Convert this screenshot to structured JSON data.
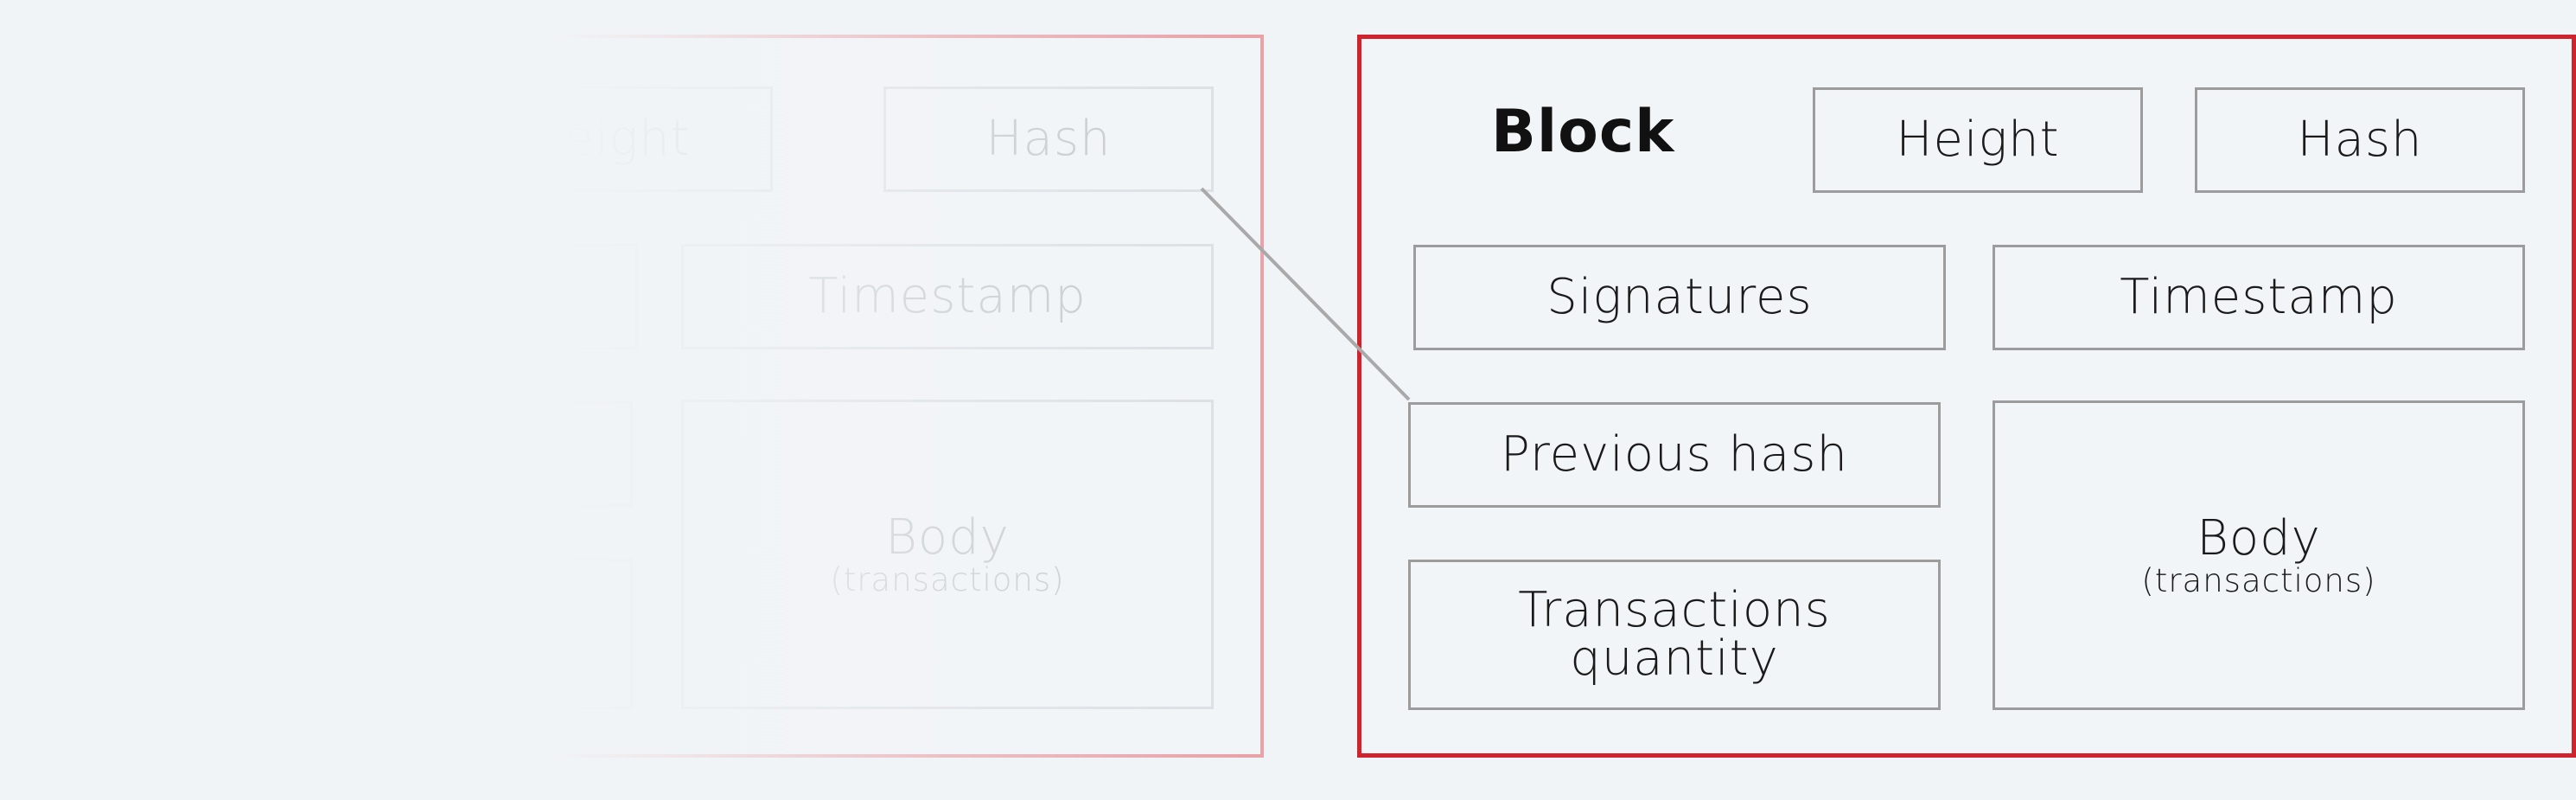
{
  "previous_block": {
    "fields": {
      "height": "Height",
      "hash": "Hash",
      "timestamp": "Timestamp",
      "body": "Body",
      "body_sub": "(transactions)"
    }
  },
  "current_block": {
    "title": "Block",
    "fields": {
      "height": "Height",
      "hash": "Hash",
      "signatures": "Signatures",
      "timestamp": "Timestamp",
      "previous_hash": "Previous hash",
      "transactions_quantity_line1": "Transactions",
      "transactions_quantity_line2": "quantity",
      "body": "Body",
      "body_sub": "(transactions)"
    }
  },
  "colors": {
    "current_block_border": "#d1232d",
    "previous_block_border": "#e8a3a8",
    "field_border": "#9c9c9c",
    "link_line": "#a9a9a9",
    "background": "#f1f4f7"
  }
}
